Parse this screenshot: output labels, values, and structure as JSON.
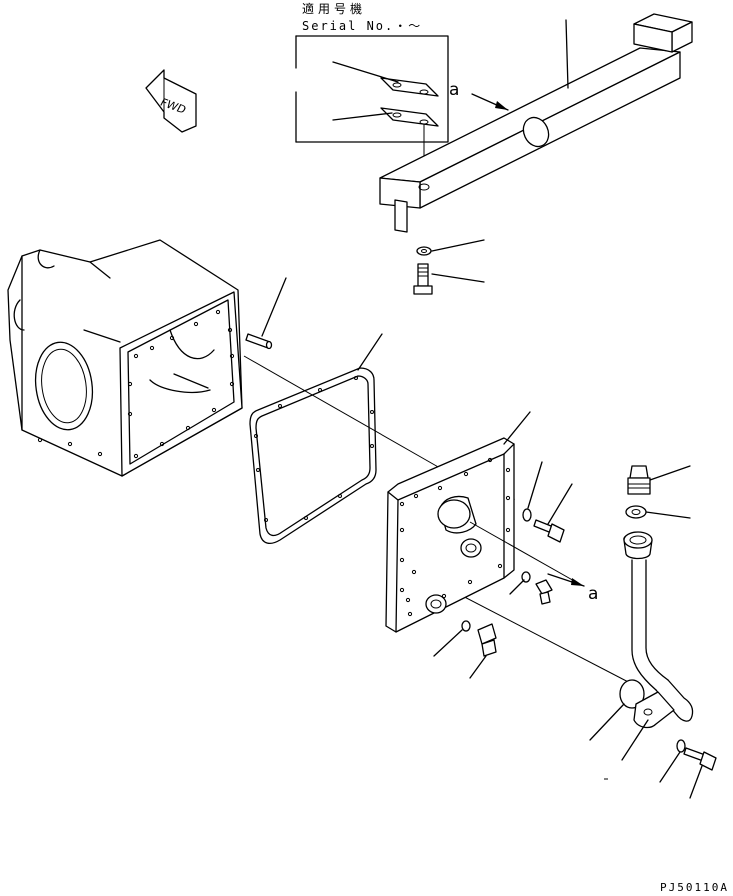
{
  "header": {
    "applicability_label": "適用号機",
    "serial_label": "Serial No.・〜"
  },
  "labels": {
    "view_a_top": "a",
    "view_a_bottom": "a",
    "direction": "FWD"
  },
  "drawing_code": "PJ50110A"
}
